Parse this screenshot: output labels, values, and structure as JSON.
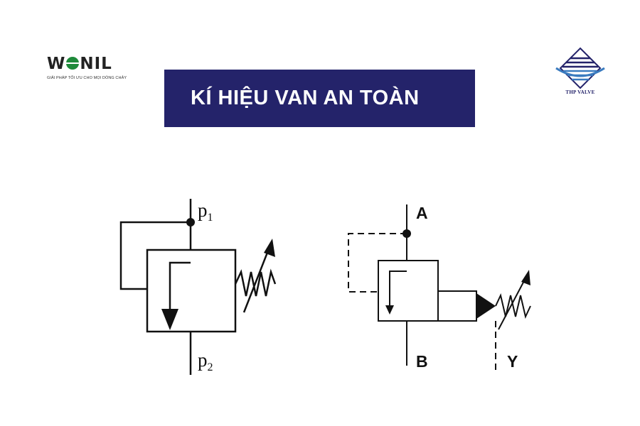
{
  "header": {
    "title": "KÍ HIỆU VAN AN TOÀN",
    "title_bg": "#24236a",
    "title_color": "#ffffff"
  },
  "logos": {
    "left": {
      "word_left": "W",
      "word_right": "NIL",
      "tagline": "GIẢI PHÁP TỐI ƯU CHO MỌI DÒNG CHẢY",
      "accent": "#1e8a3a"
    },
    "right": {
      "name": "THP VALVE",
      "colors": [
        "#24236a",
        "#3a7bbf"
      ]
    }
  },
  "diagram": {
    "left_symbol": {
      "port_top": "p",
      "port_top_sub": "1",
      "port_bottom": "p",
      "port_bottom_sub": "2"
    },
    "right_symbol": {
      "port_top": "A",
      "port_bottom": "B",
      "port_drain": "Y"
    },
    "line_color": "#111111"
  }
}
